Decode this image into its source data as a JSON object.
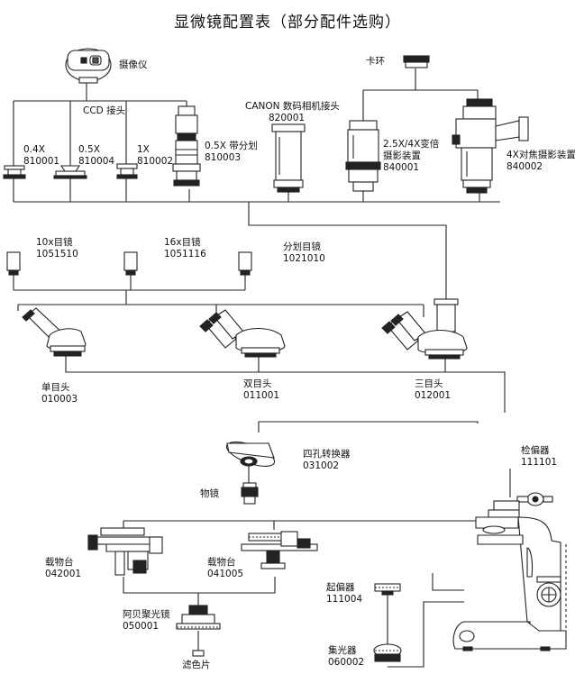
{
  "title": "显微镜配置表（部分配件选购）",
  "camera": {
    "name": "摄像仪"
  },
  "ccd": {
    "name": "CCD 接头"
  },
  "adapters": [
    {
      "name": "0.4X",
      "code": "810001"
    },
    {
      "name": "0.5X",
      "code": "810004"
    },
    {
      "name": "1X",
      "code": "810002"
    },
    {
      "name": "0.5X 带分划",
      "code": "810003"
    }
  ],
  "canon": {
    "name": "CANON 数码相机接头",
    "code": "820001"
  },
  "kahuan": {
    "name": "卡环"
  },
  "photo_2545": {
    "name_line1": "2.5X/4X变倍",
    "name_line2": "摄影装置",
    "code": "840001"
  },
  "photo_4x": {
    "name": "4X对焦摄影装置",
    "code": "840002"
  },
  "eyepieces": [
    {
      "name": "10x目镜",
      "code": "1051510"
    },
    {
      "name": "16x目镜",
      "code": "1051116"
    },
    {
      "name": "分划目镜",
      "code": "1021010"
    }
  ],
  "heads": [
    {
      "name": "单目头",
      "code": "010003"
    },
    {
      "name": "双目头",
      "code": "011001"
    },
    {
      "name": "三目头",
      "code": "012001"
    }
  ],
  "nosepiece": {
    "name": "四孔转换器",
    "code": "031002"
  },
  "objective": {
    "name": "物镜"
  },
  "analyzer": {
    "name": "检偏器",
    "code": "111101"
  },
  "stages": [
    {
      "name": "载物台",
      "code": "042001"
    },
    {
      "name": "载物台",
      "code": "041005"
    }
  ],
  "abbe": {
    "name": "阿贝聚光镜",
    "code": "050001"
  },
  "filter": {
    "name": "滤色片"
  },
  "polarizer": {
    "name": "起偏器",
    "code": "111004"
  },
  "condenser": {
    "name": "集光器",
    "code": "060002"
  }
}
